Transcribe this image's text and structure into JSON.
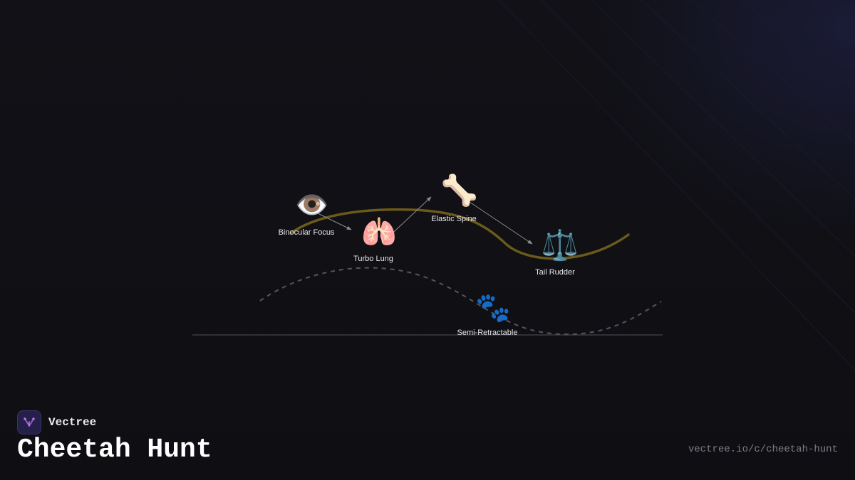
{
  "brand": {
    "name": "Vectree",
    "logo_icon": "vectree-logo-icon"
  },
  "title": "Cheetah Hunt",
  "url": "vectree.io/c/cheetah-hunt",
  "colors": {
    "background": "#111116",
    "main_curve": "#6b5a1a",
    "dashed_curve": "#55555c",
    "connector": "#8a8a92",
    "label": "#e8e8ec",
    "brand_accent": "#a45ad8"
  },
  "nodes": [
    {
      "id": "binocular-focus",
      "label": "Binocular Focus",
      "icon": "👁️",
      "icon_name": "eye-icon"
    },
    {
      "id": "turbo-lung",
      "label": "Turbo Lung",
      "icon": "🫁",
      "icon_name": "lungs-icon"
    },
    {
      "id": "elastic-spine",
      "label": "Elastic Spine",
      "icon": "🦴",
      "icon_name": "bone-icon"
    },
    {
      "id": "tail-rudder",
      "label": "Tail Rudder",
      "icon": "⚖️",
      "icon_name": "scales-icon"
    },
    {
      "id": "semi-retractable",
      "label": "Semi-Retractable",
      "icon": "🐾",
      "icon_name": "paw-prints-icon"
    }
  ],
  "connections": [
    {
      "from": "binocular-focus",
      "to": "turbo-lung"
    },
    {
      "from": "turbo-lung",
      "to": "elastic-spine"
    },
    {
      "from": "elastic-spine",
      "to": "tail-rudder"
    }
  ]
}
